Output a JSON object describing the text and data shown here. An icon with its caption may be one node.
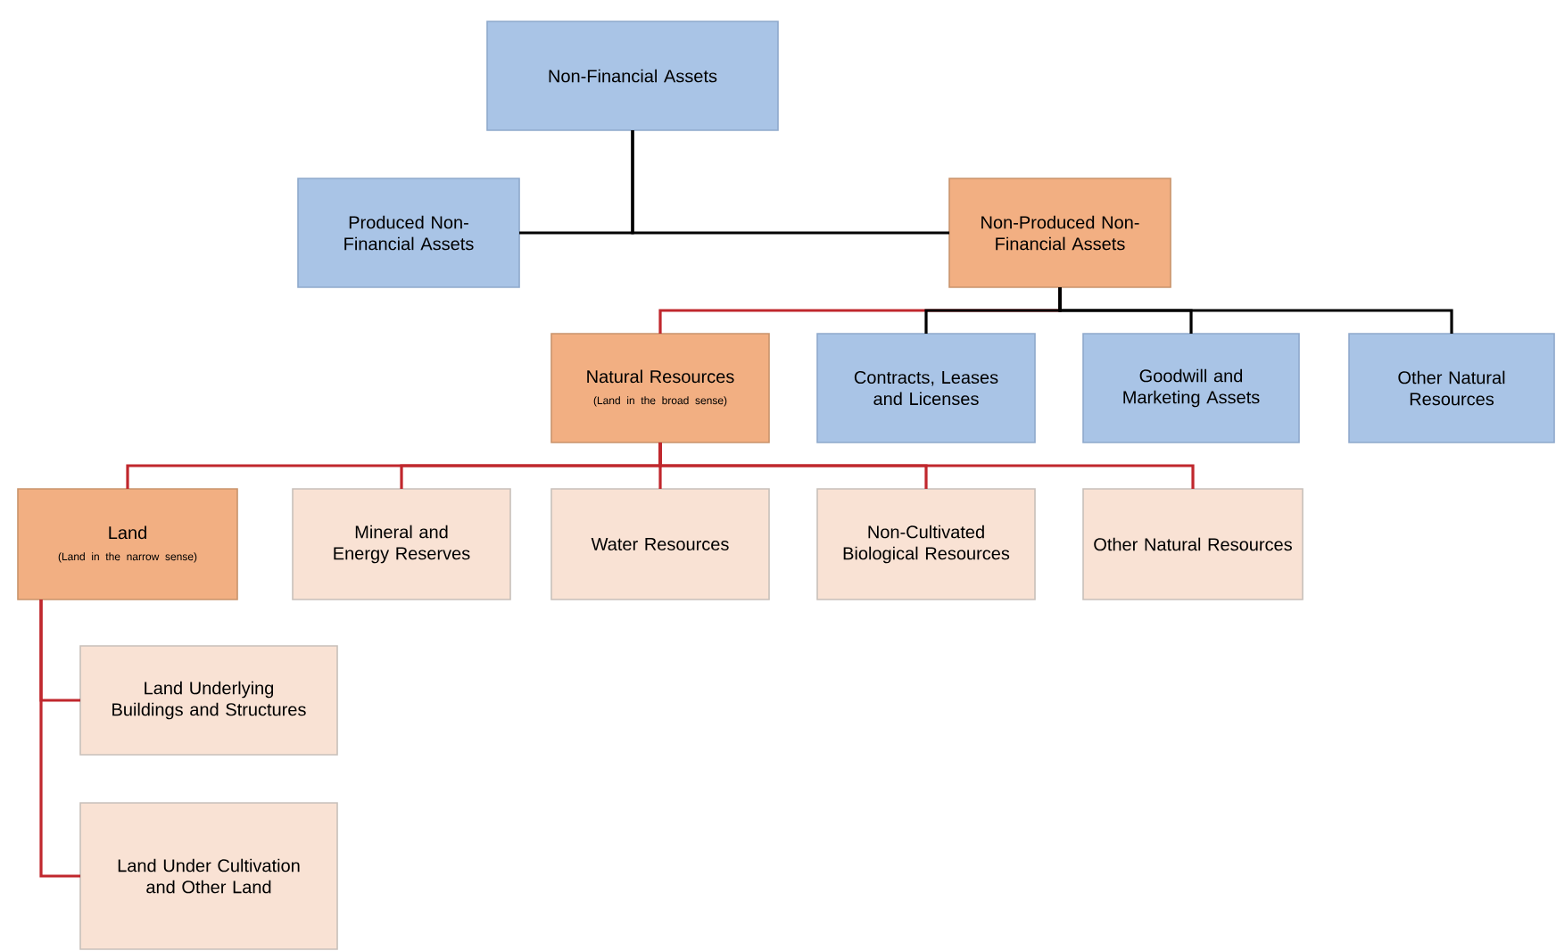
{
  "diagram": {
    "nodes": [
      {
        "text": [
          "Non-Financial Assets"
        ]
      },
      {
        "text": [
          "Produced Non-Financial Assets"
        ]
      },
      {
        "text": [
          "Non-Produced Non-Financial Assets"
        ]
      },
      {
        "text": [
          "Natural Resources",
          "(Land in the broad sense)"
        ]
      },
      {
        "text": [
          "Contracts, Leases and Licenses"
        ]
      },
      {
        "text": [
          "Goodwill and Marketing Assets"
        ]
      },
      {
        "text": [
          "Other Natural Resources"
        ]
      },
      {
        "text": [
          "Land",
          "(Land in the narrow sense)"
        ]
      },
      {
        "text": [
          "Mineral and Energy Reserves"
        ]
      },
      {
        "text": [
          "Water Resources"
        ]
      },
      {
        "text": [
          "Non-Cultivated Biological Resources"
        ]
      },
      {
        "text": [
          "Other Natural Resources"
        ]
      },
      {
        "text": [
          "Land Underlying Buildings and Structures"
        ]
      },
      {
        "text": [
          "Land Under Cultivation and Other Land"
        ]
      }
    ],
    "edges": [
      {
        "from": 0,
        "to": 1,
        "arrow": "none",
        "color": "#000000"
      },
      {
        "from": 0,
        "to": 2,
        "arrow": "none",
        "color": "#000000"
      },
      {
        "from": 2,
        "to": 3,
        "arrow": "none"
      },
      {
        "from": 2,
        "to": 4,
        "arrow": "none",
        "color": "#000000"
      },
      {
        "from": 2,
        "to": 5,
        "arrow": "none",
        "color": "#000000"
      },
      {
        "from": 2,
        "to": 6,
        "arrow": "none",
        "color": "#000000"
      },
      {
        "from": 3,
        "to": 7,
        "arrow": "none"
      },
      {
        "from": 3,
        "to": 8,
        "arrow": "none"
      },
      {
        "from": 3,
        "to": 9,
        "arrow": "none"
      },
      {
        "from": 3,
        "to": 10,
        "arrow": "none"
      },
      {
        "from": 3,
        "to": 11,
        "arrow": "none"
      },
      {
        "from": 7,
        "to": 12,
        "arrow": "none"
      },
      {
        "from": 7,
        "to": 13,
        "arrow": "none"
      }
    ]
  }
}
